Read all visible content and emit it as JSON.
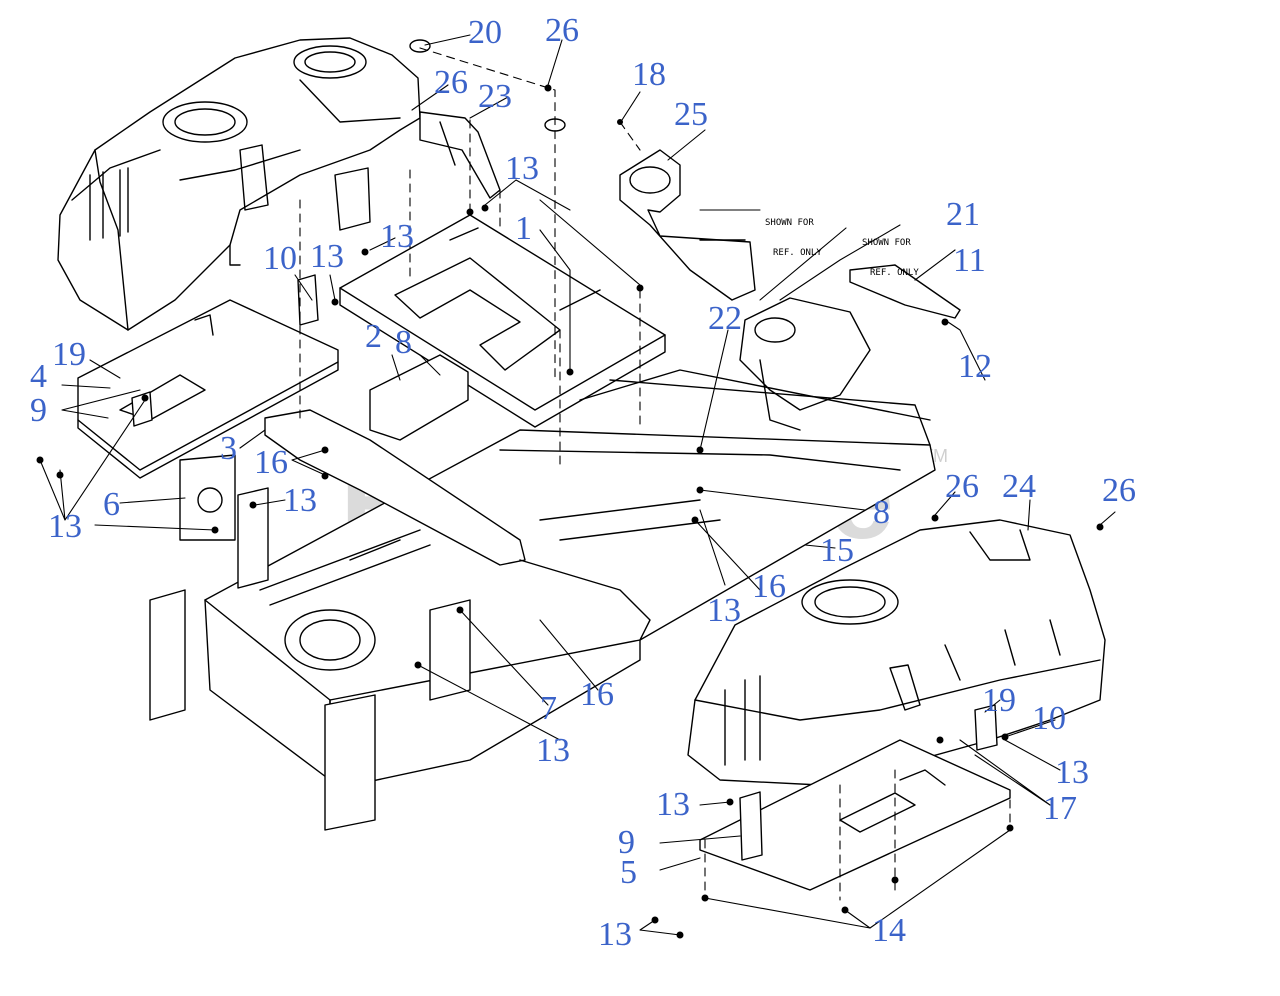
{
  "colors": {
    "label": "#3b63c9",
    "line": "#000000",
    "watermark": "#b0b0b0"
  },
  "watermark": {
    "text": "PartsTree",
    "tm": "TM"
  },
  "notes": [
    {
      "id": "note-1",
      "lines": [
        "SHOWN FOR",
        "REF. ONLY"
      ]
    },
    {
      "id": "note-2",
      "lines": [
        "SHOWN FOR",
        "REF. ONLY"
      ]
    }
  ],
  "callouts": [
    {
      "id": "c20",
      "text": "20"
    },
    {
      "id": "c26a",
      "text": "26"
    },
    {
      "id": "c18",
      "text": "18"
    },
    {
      "id": "c26b",
      "text": "26"
    },
    {
      "id": "c23",
      "text": "23"
    },
    {
      "id": "c25",
      "text": "25"
    },
    {
      "id": "c13a",
      "text": "13"
    },
    {
      "id": "c21",
      "text": "21"
    },
    {
      "id": "c1",
      "text": "1"
    },
    {
      "id": "c13b",
      "text": "13"
    },
    {
      "id": "c10a",
      "text": "10"
    },
    {
      "id": "c13c",
      "text": "13"
    },
    {
      "id": "c11",
      "text": "11"
    },
    {
      "id": "c22",
      "text": "22"
    },
    {
      "id": "c2",
      "text": "2"
    },
    {
      "id": "c8a",
      "text": "8"
    },
    {
      "id": "c19a",
      "text": "19"
    },
    {
      "id": "c12",
      "text": "12"
    },
    {
      "id": "c4",
      "text": "4"
    },
    {
      "id": "c9a",
      "text": "9"
    },
    {
      "id": "c3",
      "text": "3"
    },
    {
      "id": "c16a",
      "text": "16"
    },
    {
      "id": "c26c",
      "text": "26"
    },
    {
      "id": "c24",
      "text": "24"
    },
    {
      "id": "c26d",
      "text": "26"
    },
    {
      "id": "c6",
      "text": "6"
    },
    {
      "id": "c13d",
      "text": "13"
    },
    {
      "id": "c8b",
      "text": "8"
    },
    {
      "id": "c13e",
      "text": "13"
    },
    {
      "id": "c15",
      "text": "15"
    },
    {
      "id": "c16b",
      "text": "16"
    },
    {
      "id": "c13f",
      "text": "13"
    },
    {
      "id": "c16c",
      "text": "16"
    },
    {
      "id": "c7",
      "text": "7"
    },
    {
      "id": "c13g",
      "text": "13"
    },
    {
      "id": "c19b",
      "text": "19"
    },
    {
      "id": "c10b",
      "text": "10"
    },
    {
      "id": "c13h",
      "text": "13"
    },
    {
      "id": "c17",
      "text": "17"
    },
    {
      "id": "c13i",
      "text": "13"
    },
    {
      "id": "c9b",
      "text": "9"
    },
    {
      "id": "c5",
      "text": "5"
    },
    {
      "id": "c13j",
      "text": "13"
    },
    {
      "id": "c14",
      "text": "14"
    }
  ]
}
